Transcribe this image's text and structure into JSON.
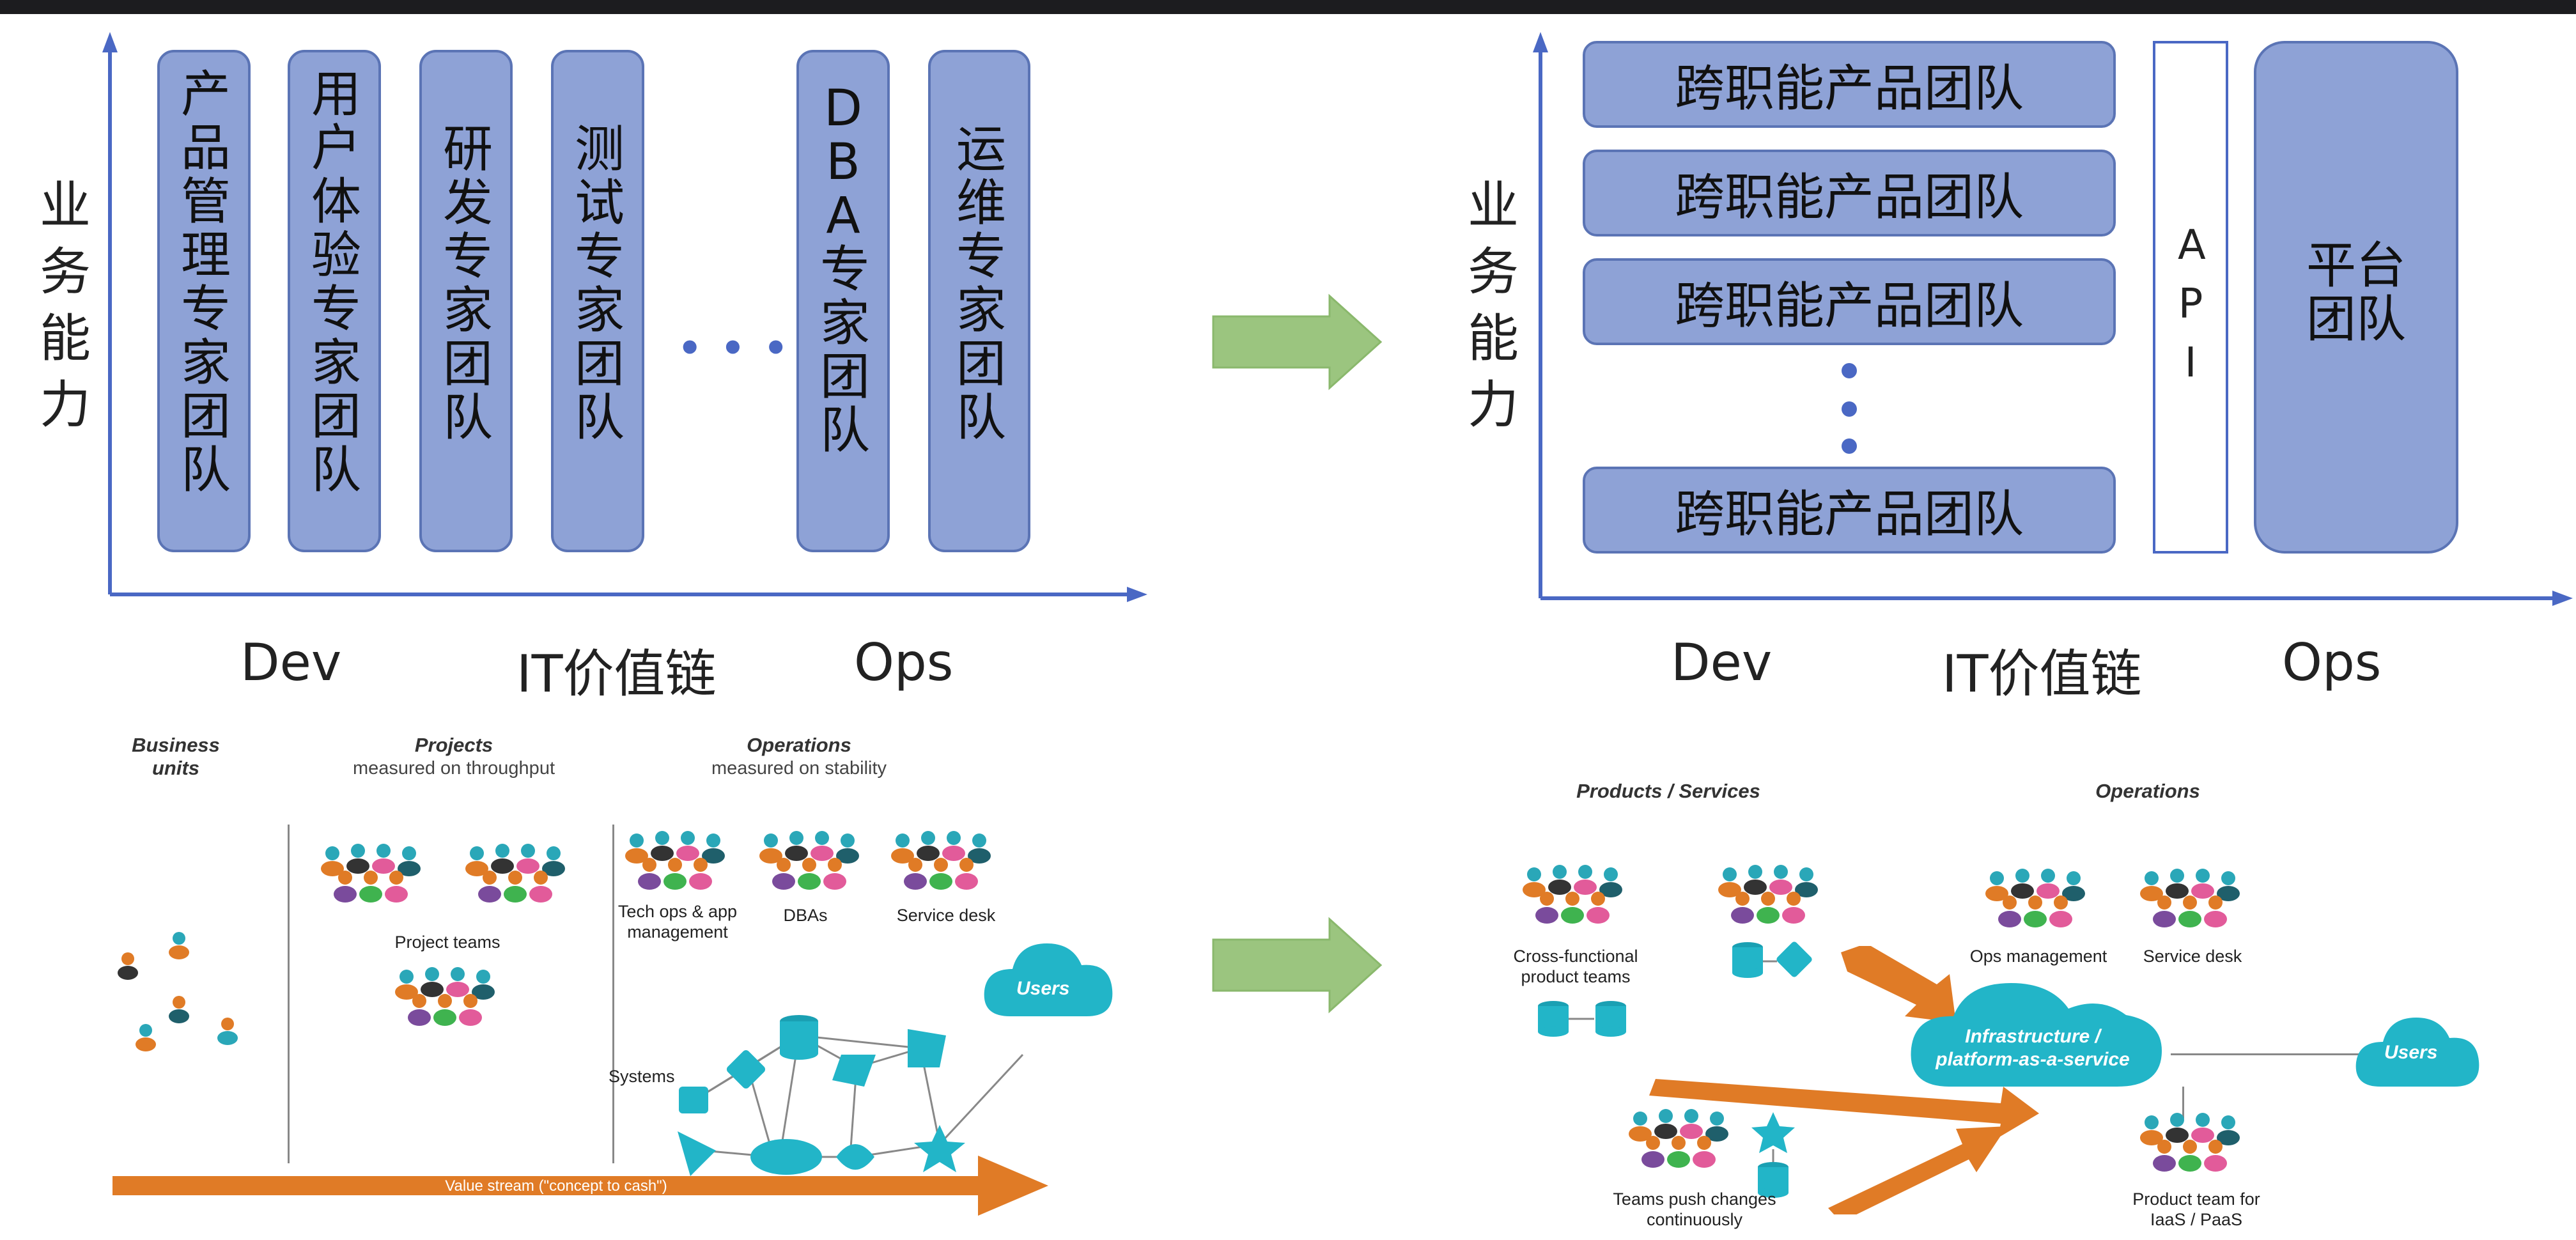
{
  "top_left": {
    "y_label": "业务能力",
    "columns": [
      "产品管理专家团队",
      "用户体验专家团队",
      "研发专家团队",
      "测试专家团队",
      "DBA专家团队",
      "运维专家团队"
    ],
    "ellipsis": "• • •",
    "x_labels": {
      "dev": "Dev",
      "mid": "IT价值链",
      "ops": "Ops"
    }
  },
  "top_right": {
    "y_label": "业务能力",
    "rows": [
      "跨职能产品团队",
      "跨职能产品团队",
      "跨职能产品团队",
      "跨职能产品团队"
    ],
    "api_label": "API",
    "platform_label": "平台团队",
    "x_labels": {
      "dev": "Dev",
      "mid": "IT价值链",
      "ops": "Ops"
    }
  },
  "bottom_left": {
    "business_units": "Business units",
    "projects_title": "Projects",
    "projects_sub": "measured on throughput",
    "operations_title": "Operations",
    "operations_sub": "measured on stability",
    "project_teams": "Project teams",
    "tech_ops": "Tech ops & app management",
    "dbas": "DBAs",
    "service_desk": "Service desk",
    "systems": "Systems",
    "users": "Users",
    "value_stream": "Value stream (\"concept to cash\")"
  },
  "bottom_right": {
    "products_title": "Products / Services",
    "operations_title": "Operations",
    "cross_functional": "Cross-functional product teams",
    "ops_management": "Ops management",
    "service_desk": "Service desk",
    "infrastructure": "Infrastructure / platform-as-a-service",
    "users": "Users",
    "teams_push": "Teams push changes continuously",
    "product_team_for": "Product team for IaaS / PaaS"
  },
  "colors": {
    "box_fill": "#8ea2d6",
    "box_border": "#5b74b5",
    "axis": "#4a68c4",
    "arrow_green": "#9bc57f",
    "teal": "#22b5c8",
    "orange": "#e07b26"
  }
}
